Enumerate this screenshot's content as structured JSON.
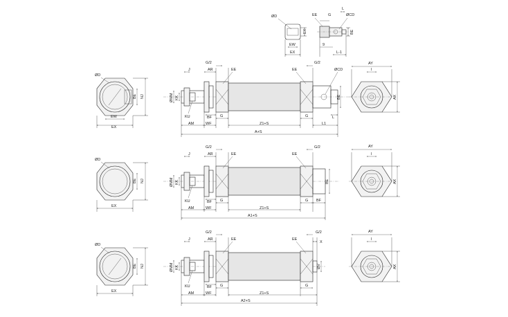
{
  "labels": {
    "dia_D": "ØD",
    "EX": "EX",
    "EW": "EW",
    "NJ": "NJ",
    "BE": "BE",
    "EE": "EE",
    "G": "G",
    "G2": "G/2",
    "L": "L",
    "L1": "L1",
    "Lminus1": "L-1",
    "dia_CD": "ØCD",
    "nine": "9",
    "J": "J",
    "AR": "AR",
    "KK": "KK",
    "dia_MM": "ØMM",
    "KU": "KU",
    "BF": "BF",
    "AM": "AM",
    "WF": "WF",
    "Z1S": "Z1+S",
    "AS": "A+S",
    "A1S": "A1+S",
    "A2S": "A2+S",
    "AY": "AY",
    "I": "I",
    "AX": "AX",
    "X": "X",
    "dia_V": "ØV"
  }
}
